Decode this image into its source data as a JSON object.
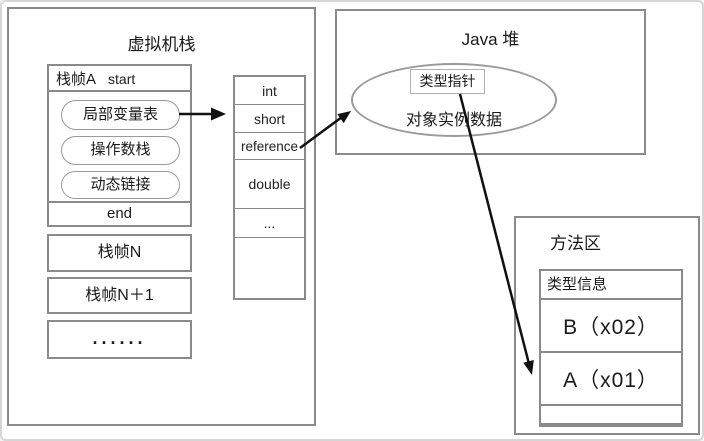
{
  "colors": {
    "box_border": "#8a8a8a",
    "pill_border": "#9a9a9a",
    "arrow": "#111111",
    "text": "#1a1a1a",
    "outer_border": "#d6d6d6"
  },
  "vm_stack": {
    "title": "虚拟机栈",
    "frame_a": {
      "name": "栈帧A",
      "start_label": "start",
      "pills": [
        "局部变量表",
        "操作数栈",
        "动态链接"
      ],
      "end_label": "end"
    },
    "frames": [
      "栈帧N",
      "栈帧N＋1",
      "......"
    ]
  },
  "type_column": {
    "cells": [
      "int",
      "short",
      "reference",
      "double",
      "...",
      ""
    ]
  },
  "heap": {
    "title": "Java 堆",
    "type_pointer_label": "类型指针",
    "instance_data_label": "对象实例数据"
  },
  "method_area": {
    "title": "方法区",
    "table_header": "类型信息",
    "rows": [
      "B（x02）",
      "A（x01）",
      ""
    ]
  }
}
